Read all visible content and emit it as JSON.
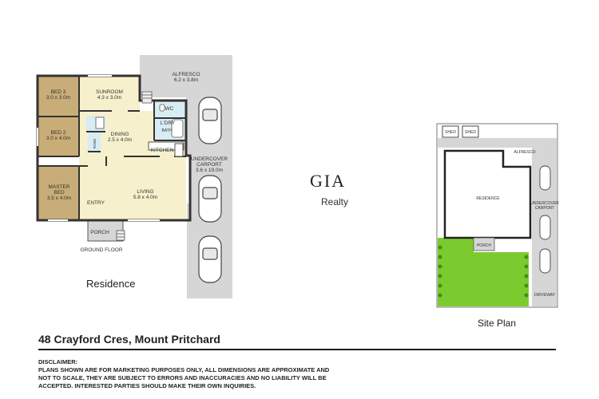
{
  "floor_plan": {
    "rooms": {
      "alfresco": {
        "name": "ALFRESCO",
        "dims": "6.2 x 3.8m"
      },
      "bed3": {
        "name": "BED 3",
        "dims": "3.0 x 3.0m"
      },
      "sunroom": {
        "name": "SUNROOM",
        "dims": "4.3 x 3.0m"
      },
      "wc": {
        "name": "WC"
      },
      "ldry": {
        "name": "L'DRY"
      },
      "bath": {
        "name": "BATH"
      },
      "bed2": {
        "name": "BED 2",
        "dims": "3.0 x 4.0m"
      },
      "dining": {
        "name": "DINING",
        "dims": "2.5 x 4.0m"
      },
      "kitchen": {
        "name": "KITCHEN"
      },
      "robe": {
        "name": "ROBE"
      },
      "carport": {
        "name": "UNDERCOVER",
        "name2": "CARPORT",
        "dims": "3.6 x 19.0m"
      },
      "master": {
        "name": "MASTER",
        "name2": "BED",
        "dims": "3.5 x 4.0m"
      },
      "living": {
        "name": "LIVING",
        "dims": "5.8 x 4.0m"
      },
      "entry": {
        "name": "ENTRY"
      },
      "porch": {
        "name": "PORCH"
      }
    },
    "floor_label": "GROUND FLOOR",
    "caption": "Residence"
  },
  "site_plan": {
    "labels": {
      "shed1": "SHED",
      "shed2": "SHED",
      "alfresco": "ALFRESCO",
      "residence": "RESIDENCE",
      "carport1": "UNDERCOVER",
      "carport2": "CARPORT",
      "porch": "PORCH",
      "driveway": "DRIVEWAY"
    },
    "caption": "Site Plan"
  },
  "logo": {
    "mark": "GIA",
    "word": "Realty"
  },
  "address": "48 Crayford Cres, Mount Pritchard",
  "disclaimer": {
    "title": "DISCLAIMER:",
    "lines": [
      "PLANS SHOWN ARE FOR MARKETING PURPOSES ONLY, ALL DIMENSIONS ARE APPROXIMATE AND",
      "NOT TO SCALE, THEY ARE SUBJECT TO ERRORS AND INACCURACIES AND NO LIABILITY WILL BE",
      "ACCEPTED. INTERESTED PARTIES SHOULD MAKE THEIR OWN INQUIRIES."
    ]
  },
  "colors": {
    "bedroom_floor": "#c9ad78",
    "living_floor": "#f6f0cc",
    "wet_area": "#d8ecf4",
    "paving": "#d6d6d6",
    "lawn": "#7ccb2e",
    "wall": "#333333"
  }
}
